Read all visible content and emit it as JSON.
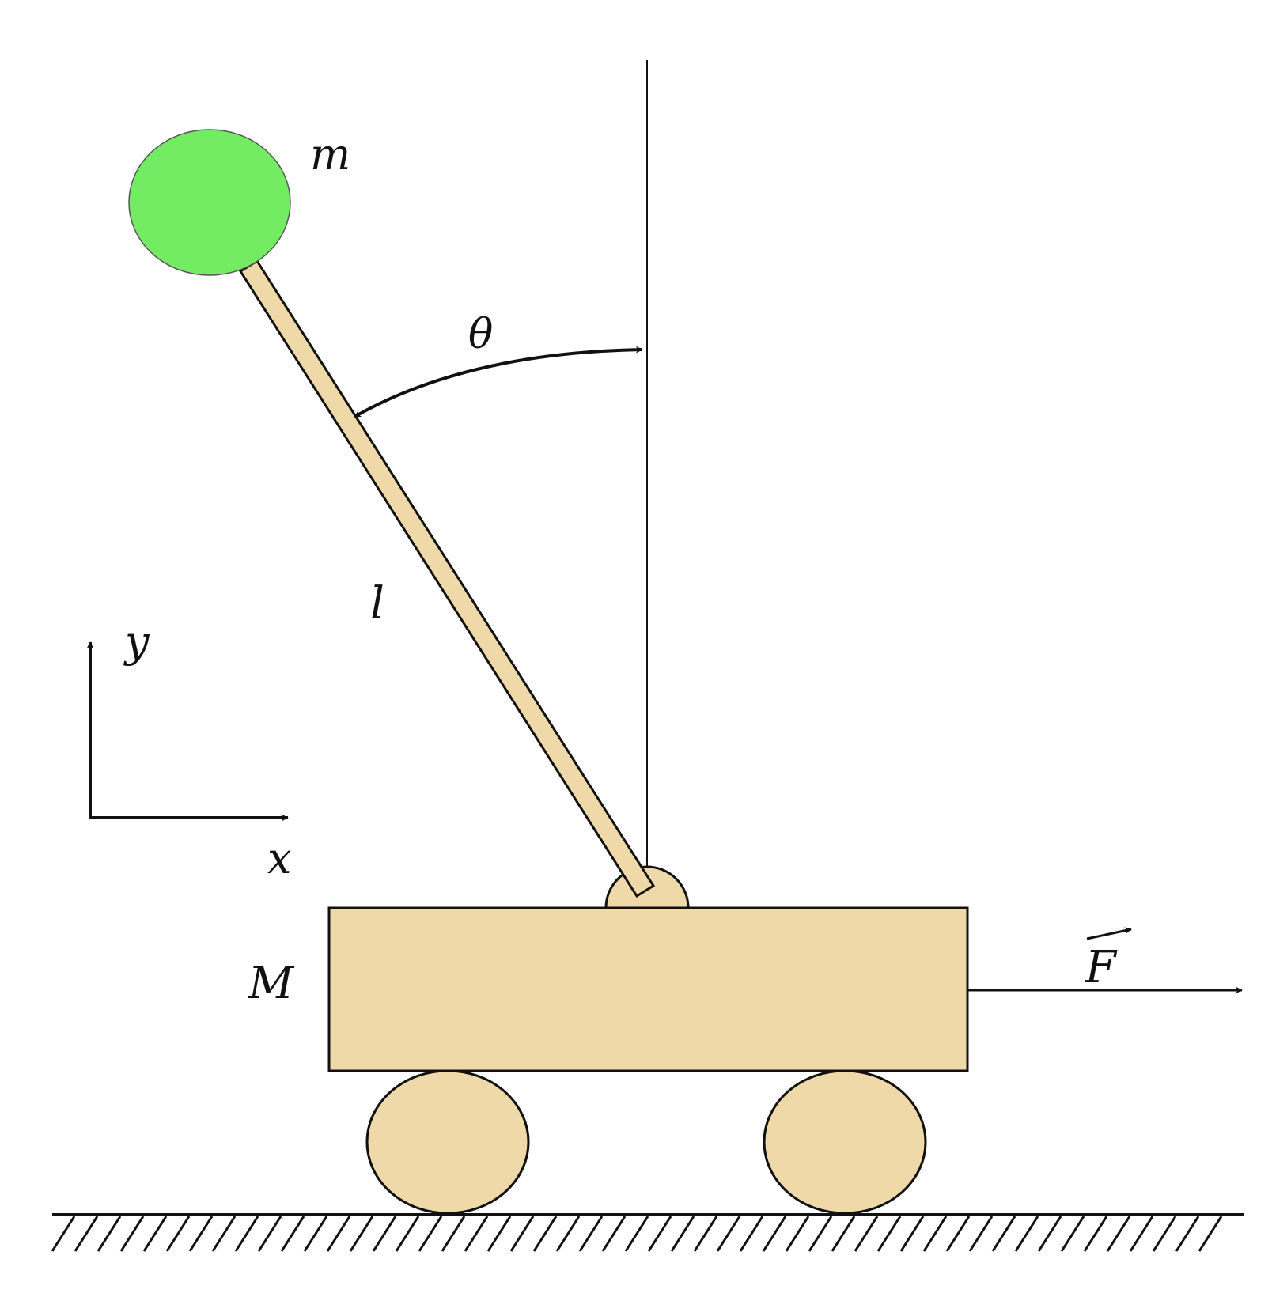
{
  "labels": {
    "bob_mass": "m",
    "angle": "θ",
    "length": "l",
    "axis_y": "y",
    "axis_x": "x",
    "cart_mass": "M",
    "force": "F"
  },
  "colors": {
    "bob": "#73ec63",
    "wood": "#f0d9a8",
    "stroke": "#111111"
  }
}
